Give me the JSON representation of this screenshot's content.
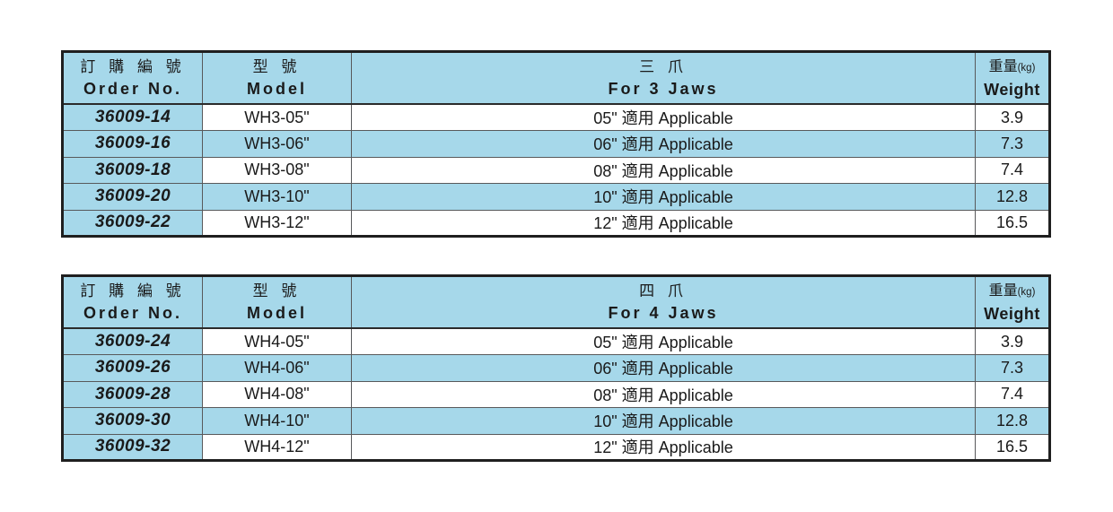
{
  "page": {
    "background": "#ffffff"
  },
  "colors": {
    "table_blue": "#a6d8ea",
    "row_white": "#ffffff",
    "outer_border": "#1f1f1f",
    "grid_line": "#58595b",
    "text": "#1a1a1a"
  },
  "tables": [
    {
      "name": "for-3-jaws",
      "header": {
        "order_zh": "訂 購 編 號",
        "order_en": "Order No.",
        "model_zh": "型 號",
        "model_en": "Model",
        "jaws_zh": "三 爪",
        "jaws_en": "For 3 Jaws",
        "weight_zh": "重量",
        "weight_unit": "(kg)",
        "weight_en": "Weight"
      },
      "rows": [
        {
          "order_no": "36009-14",
          "model": "WH3-05\"",
          "applicable": "05\" 適用 Applicable",
          "weight": "3.9"
        },
        {
          "order_no": "36009-16",
          "model": "WH3-06\"",
          "applicable": "06\" 適用 Applicable",
          "weight": "7.3"
        },
        {
          "order_no": "36009-18",
          "model": "WH3-08\"",
          "applicable": "08\" 適用 Applicable",
          "weight": "7.4"
        },
        {
          "order_no": "36009-20",
          "model": "WH3-10\"",
          "applicable": "10\" 適用 Applicable",
          "weight": "12.8"
        },
        {
          "order_no": "36009-22",
          "model": "WH3-12\"",
          "applicable": "12\" 適用 Applicable",
          "weight": "16.5"
        }
      ]
    },
    {
      "name": "for-4-jaws",
      "header": {
        "order_zh": "訂 購 編 號",
        "order_en": "Order No.",
        "model_zh": "型 號",
        "model_en": "Model",
        "jaws_zh": "四 爪",
        "jaws_en": "For 4 Jaws",
        "weight_zh": "重量",
        "weight_unit": "(kg)",
        "weight_en": "Weight"
      },
      "rows": [
        {
          "order_no": "36009-24",
          "model": "WH4-05\"",
          "applicable": "05\" 適用 Applicable",
          "weight": "3.9"
        },
        {
          "order_no": "36009-26",
          "model": "WH4-06\"",
          "applicable": "06\" 適用 Applicable",
          "weight": "7.3"
        },
        {
          "order_no": "36009-28",
          "model": "WH4-08\"",
          "applicable": "08\" 適用 Applicable",
          "weight": "7.4"
        },
        {
          "order_no": "36009-30",
          "model": "WH4-10\"",
          "applicable": "10\" 適用 Applicable",
          "weight": "12.8"
        },
        {
          "order_no": "36009-32",
          "model": "WH4-12\"",
          "applicable": "12\" 適用 Applicable",
          "weight": "16.5"
        }
      ]
    }
  ]
}
